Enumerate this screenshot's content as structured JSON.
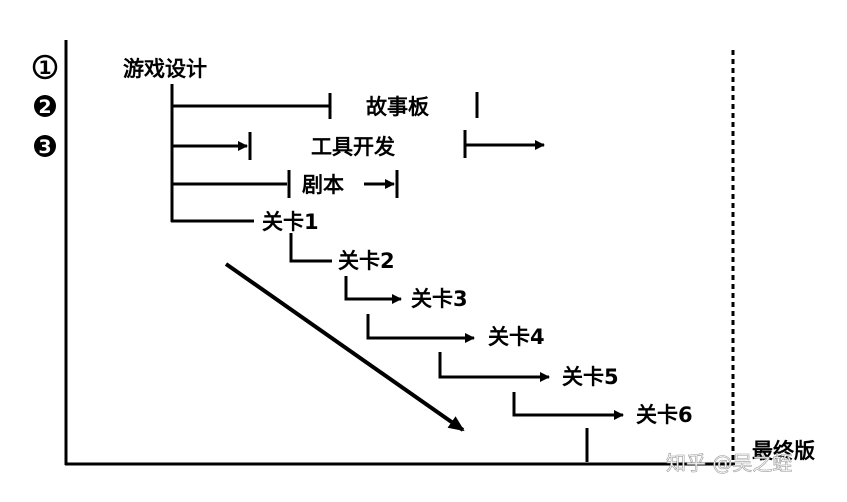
{
  "markers": [
    "1",
    "2",
    "3"
  ],
  "labels": {
    "game_design": "游戏设计",
    "storyboard": "故事板",
    "tool_dev": "工具开发",
    "script": "剧本",
    "level1": "关卡1",
    "level2": "关卡2",
    "level3": "关卡3",
    "level4": "关卡4",
    "level5": "关卡5",
    "level6": "关卡6",
    "final": "最终版"
  },
  "watermark": "知乎 @吴之蛭",
  "colors": {
    "ink": "#000000",
    "background": "#ffffff"
  }
}
